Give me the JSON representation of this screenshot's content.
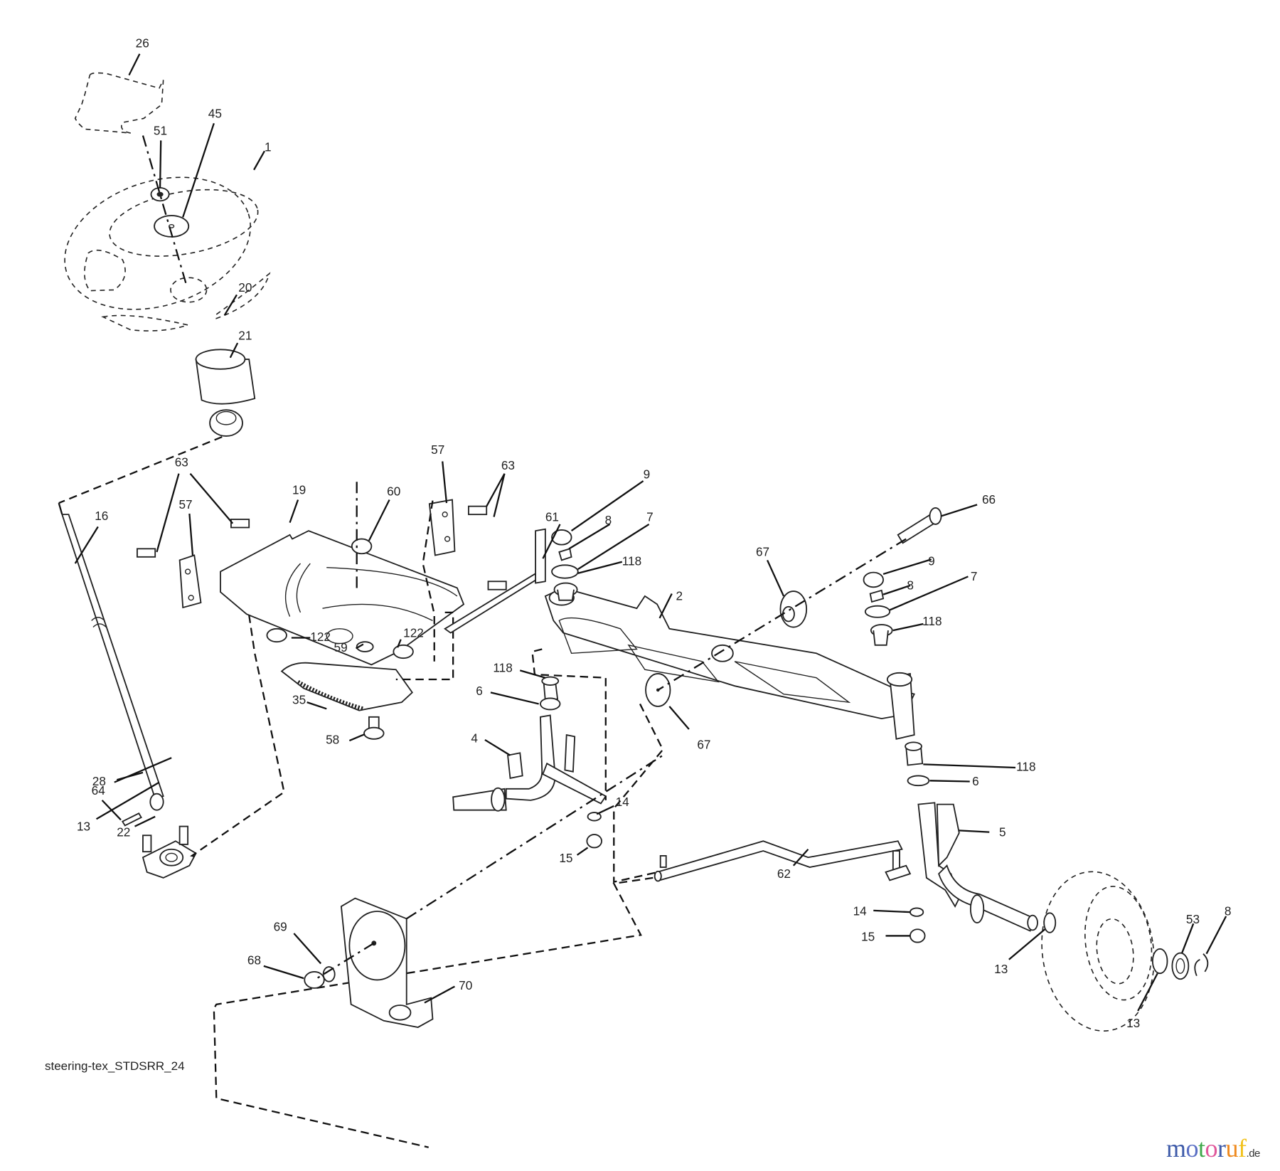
{
  "diagram": {
    "title": "steering-tex_STDSRR_24",
    "type": "exploded parts diagram",
    "subject": "Lawn tractor steering assembly",
    "callouts": [
      {
        "id": "lbl-26",
        "text": "26"
      },
      {
        "id": "lbl-51",
        "text": "51"
      },
      {
        "id": "lbl-45",
        "text": "45"
      },
      {
        "id": "lbl-1",
        "text": "1"
      },
      {
        "id": "lbl-20",
        "text": "20"
      },
      {
        "id": "lbl-21",
        "text": "21"
      },
      {
        "id": "lbl-16",
        "text": "16"
      },
      {
        "id": "lbl-63a",
        "text": "63"
      },
      {
        "id": "lbl-57a",
        "text": "57"
      },
      {
        "id": "lbl-19",
        "text": "19"
      },
      {
        "id": "lbl-60",
        "text": "60"
      },
      {
        "id": "lbl-57b",
        "text": "57"
      },
      {
        "id": "lbl-63b",
        "text": "63"
      },
      {
        "id": "lbl-122a",
        "text": "122"
      },
      {
        "id": "lbl-59",
        "text": "59"
      },
      {
        "id": "lbl-122b",
        "text": "122"
      },
      {
        "id": "lbl-35",
        "text": "35"
      },
      {
        "id": "lbl-58",
        "text": "58"
      },
      {
        "id": "lbl-64",
        "text": "64"
      },
      {
        "id": "lbl-28",
        "text": "28"
      },
      {
        "id": "lbl-13a",
        "text": "13"
      },
      {
        "id": "lbl-22",
        "text": "22"
      },
      {
        "id": "lbl-9a",
        "text": "9"
      },
      {
        "id": "lbl-8a",
        "text": "8"
      },
      {
        "id": "lbl-7a",
        "text": "7"
      },
      {
        "id": "lbl-61",
        "text": "61"
      },
      {
        "id": "lbl-118a",
        "text": "118"
      },
      {
        "id": "lbl-2",
        "text": "2"
      },
      {
        "id": "lbl-67a",
        "text": "67"
      },
      {
        "id": "lbl-66",
        "text": "66"
      },
      {
        "id": "lbl-9b",
        "text": "9"
      },
      {
        "id": "lbl-8b",
        "text": "8"
      },
      {
        "id": "lbl-7b",
        "text": "7"
      },
      {
        "id": "lbl-118b",
        "text": "118"
      },
      {
        "id": "lbl-118c",
        "text": "118"
      },
      {
        "id": "lbl-6a",
        "text": "6"
      },
      {
        "id": "lbl-67b",
        "text": "67"
      },
      {
        "id": "lbl-4",
        "text": "4"
      },
      {
        "id": "lbl-14a",
        "text": "14"
      },
      {
        "id": "lbl-15a",
        "text": "15"
      },
      {
        "id": "lbl-118d",
        "text": "118"
      },
      {
        "id": "lbl-6b",
        "text": "6"
      },
      {
        "id": "lbl-5",
        "text": "5"
      },
      {
        "id": "lbl-62",
        "text": "62"
      },
      {
        "id": "lbl-14b",
        "text": "14"
      },
      {
        "id": "lbl-15b",
        "text": "15"
      },
      {
        "id": "lbl-13b",
        "text": "13"
      },
      {
        "id": "lbl-53",
        "text": "53"
      },
      {
        "id": "lbl-8c",
        "text": "8"
      },
      {
        "id": "lbl-13c",
        "text": "13"
      },
      {
        "id": "lbl-69",
        "text": "69"
      },
      {
        "id": "lbl-68",
        "text": "68"
      },
      {
        "id": "lbl-70",
        "text": "70"
      }
    ]
  },
  "watermark": {
    "letters": [
      {
        "ch": "m",
        "color": "#3d5aa8"
      },
      {
        "ch": "o",
        "color": "#5a6fc4"
      },
      {
        "ch": "t",
        "color": "#3fa84a"
      },
      {
        "ch": "o",
        "color": "#e0579b"
      },
      {
        "ch": "r",
        "color": "#3d5aa8"
      },
      {
        "ch": "u",
        "color": "#ef8a1f"
      },
      {
        "ch": "f",
        "color": "#f2c21b"
      }
    ],
    "suffix": ".de"
  }
}
